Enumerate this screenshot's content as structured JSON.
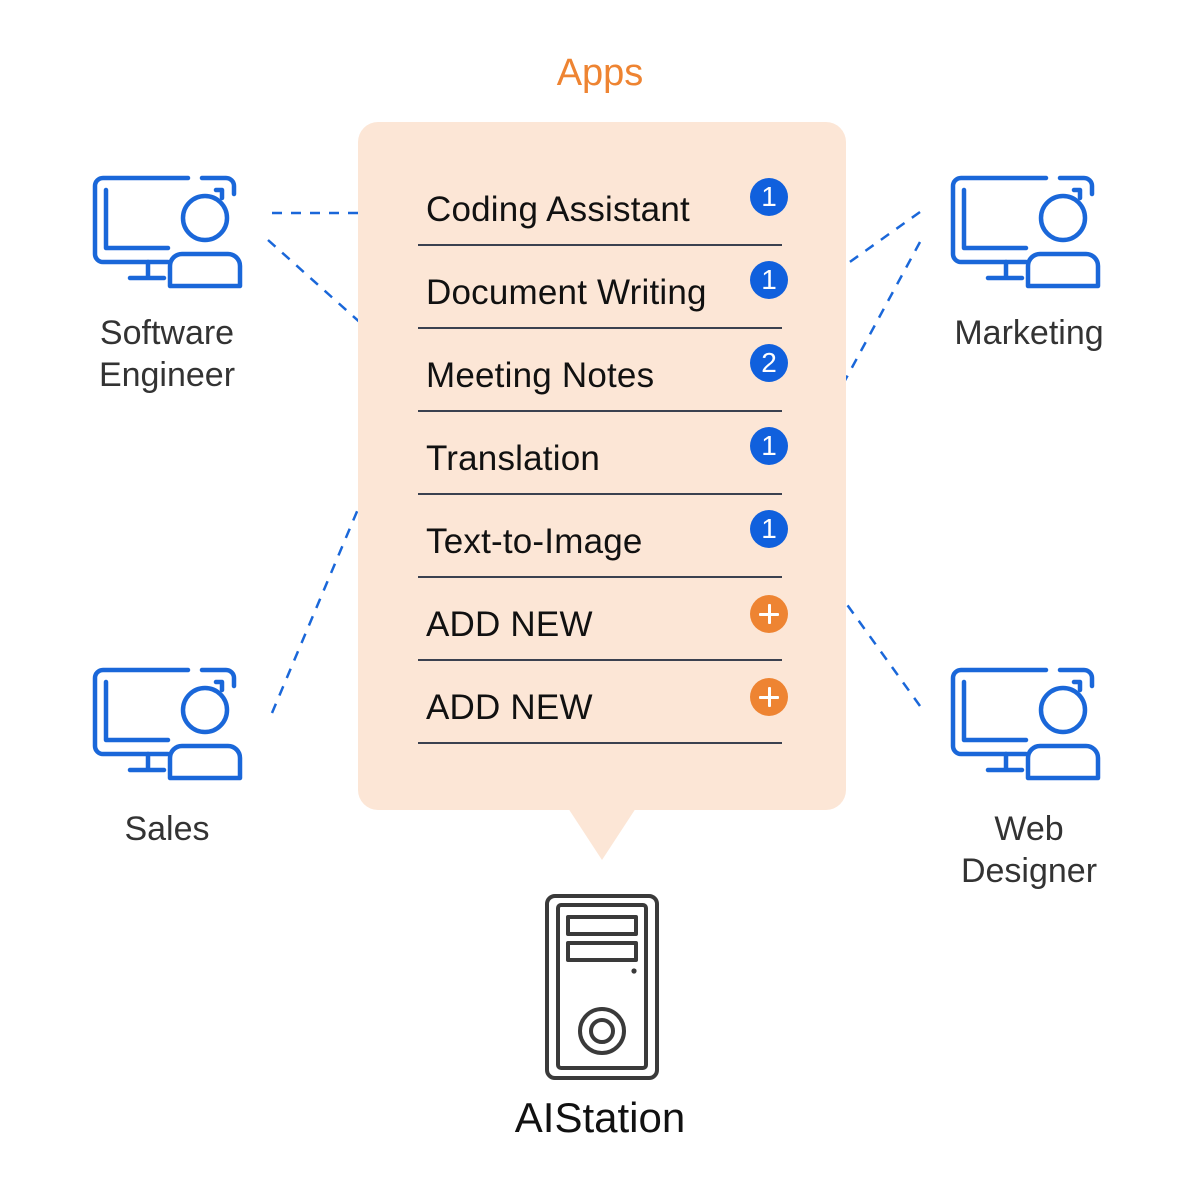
{
  "title": "Apps",
  "apps": [
    {
      "label": "Coding Assistant",
      "count": "1"
    },
    {
      "label": "Document Writing",
      "count": "1"
    },
    {
      "label": "Meeting Notes",
      "count": "2"
    },
    {
      "label": "Translation",
      "count": "1"
    },
    {
      "label": "Text-to-Image",
      "count": "1"
    },
    {
      "label": "ADD NEW",
      "icon": "plus-icon"
    },
    {
      "label": "ADD NEW",
      "icon": "plus-icon"
    }
  ],
  "roles": {
    "software_engineer": {
      "line1": "Software",
      "line2": "Engineer",
      "icon": "user-computer-icon"
    },
    "marketing": {
      "label": "Marketing",
      "icon": "user-computer-icon"
    },
    "sales": {
      "label": "Sales",
      "icon": "user-computer-icon"
    },
    "web_designer": {
      "line1": "Web",
      "line2": "Designer",
      "icon": "user-computer-icon"
    }
  },
  "server": {
    "label": "AIStation",
    "icon": "server-tower-icon"
  },
  "connections": [
    {
      "from": "Software Engineer",
      "to": "Coding Assistant"
    },
    {
      "from": "Software Engineer",
      "to": "Meeting Notes"
    },
    {
      "from": "Sales",
      "to": "Meeting Notes"
    },
    {
      "from": "Marketing",
      "to": "Document Writing"
    },
    {
      "from": "Marketing",
      "to": "Translation"
    },
    {
      "from": "Web Designer",
      "to": "Text-to-Image"
    }
  ],
  "colors": {
    "accent_orange": "#EE8432",
    "icon_blue": "#1A67D9",
    "badge_blue": "#1060DD",
    "panel_bg": "#FCE6D6",
    "text_dark": "#111111",
    "text_gray": "#333333"
  }
}
